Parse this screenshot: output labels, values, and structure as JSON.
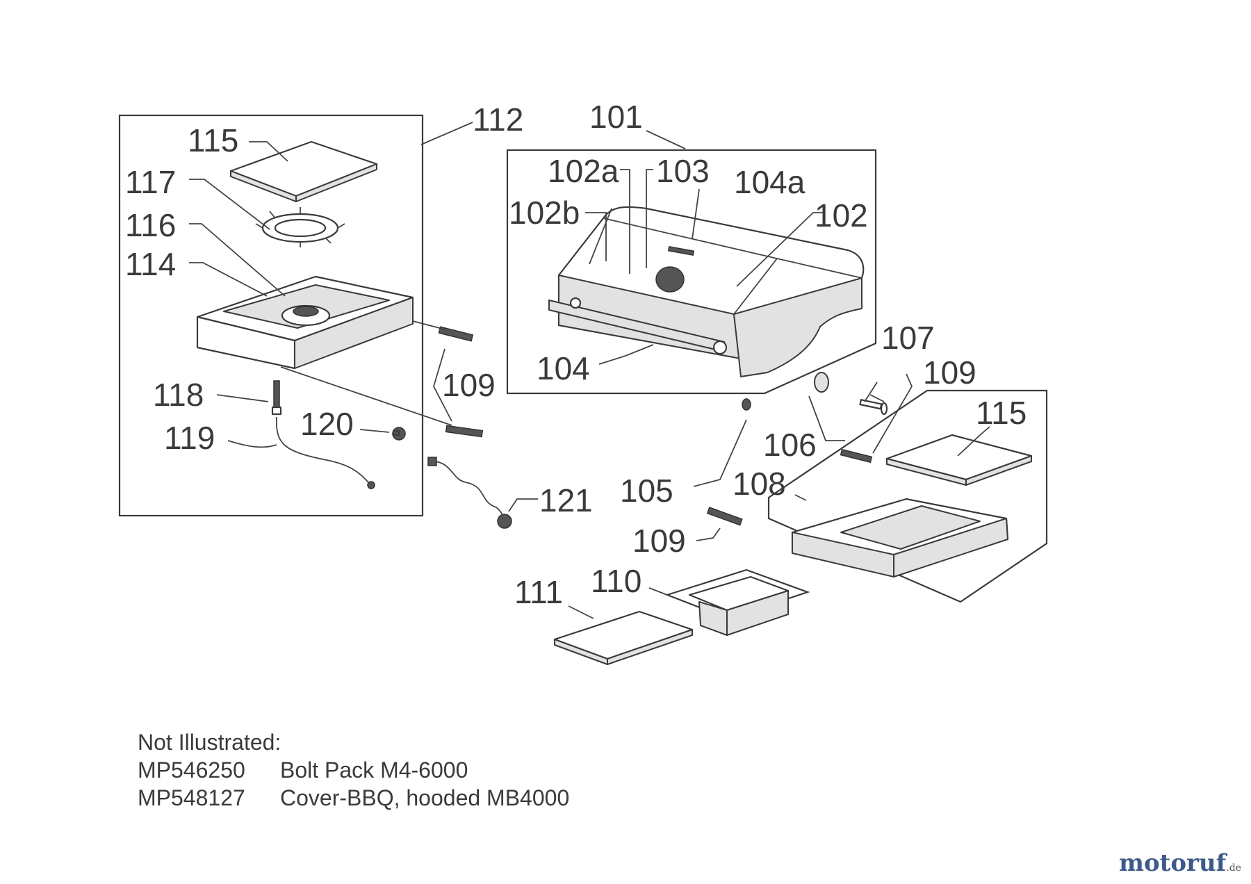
{
  "callouts": {
    "c101": "101",
    "c102": "102",
    "c102a": "102a",
    "c102b": "102b",
    "c103": "103",
    "c104": "104",
    "c104a": "104a",
    "c105": "105",
    "c106": "106",
    "c107": "107",
    "c108": "108",
    "c109_left": "109",
    "c109_right": "109",
    "c109_bottom": "109",
    "c110": "110",
    "c111": "111",
    "c112": "112",
    "c114": "114",
    "c115_left": "115",
    "c115_right": "115",
    "c116": "116",
    "c117": "117",
    "c118": "118",
    "c119": "119",
    "c120": "120",
    "c121": "121"
  },
  "not_illustrated": {
    "heading": "Not Illustrated:",
    "items": [
      {
        "code": "MP546250",
        "description": "Bolt Pack M4-6000"
      },
      {
        "code": "MP548127",
        "description": "Cover-BBQ, hooded MB4000"
      }
    ]
  },
  "watermark": {
    "name": "motoruf",
    "tld": ".de"
  }
}
